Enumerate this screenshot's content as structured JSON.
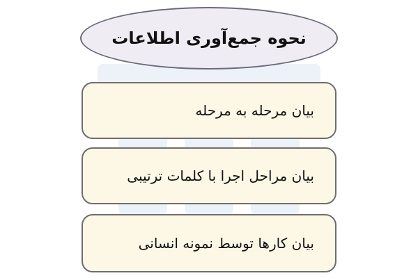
{
  "title": "نحوه جمع‌آوری اطلاعات",
  "items": [
    "بیان مرحله به مرحله",
    "بیان مراحل اجرا با کلمات ترتیبی",
    "بیان کارها توسط نمونه انسانی"
  ],
  "colors": {
    "title_fill": "#f0ecf4",
    "title_border": "#6a6a7a",
    "box_fill": "#fdf8e6",
    "box_border": "#6e6e6e",
    "watermark": "#e7eef7"
  }
}
